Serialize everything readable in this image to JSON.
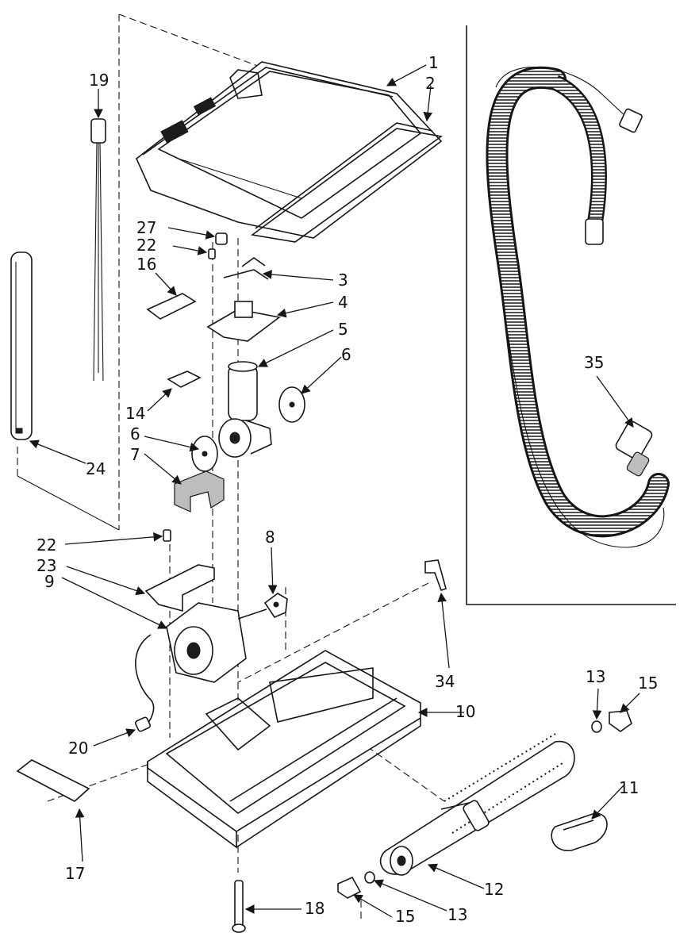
{
  "callouts": {
    "c1": "1",
    "c2": "2",
    "c3": "3",
    "c4": "4",
    "c5": "5",
    "c6a": "6",
    "c6b": "6",
    "c7": "7",
    "c8": "8",
    "c9": "9",
    "c10": "10",
    "c11": "11",
    "c12": "12",
    "c13a": "13",
    "c13b": "13",
    "c14": "14",
    "c15a": "15",
    "c15b": "15",
    "c16": "16",
    "c17": "17",
    "c18": "18",
    "c19": "19",
    "c20": "20",
    "c22a": "22",
    "c22b": "22",
    "c23": "23",
    "c24": "24",
    "c27": "27",
    "c34": "34",
    "c35": "35"
  }
}
